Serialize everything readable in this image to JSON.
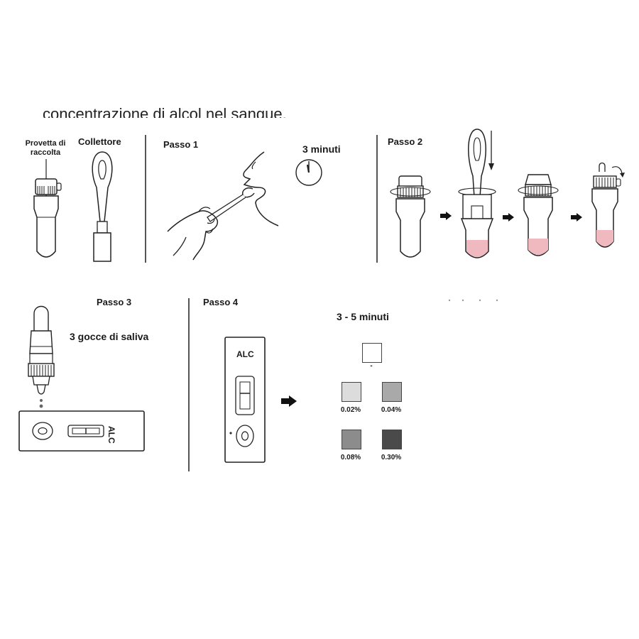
{
  "header": {
    "title_cut": "concentrazione di alcol nel sangue."
  },
  "intro": {
    "tube_label": "Provetta di raccolta",
    "collector_label": "Collettore"
  },
  "step1": {
    "title": "Passo 1",
    "time": "3 minuti"
  },
  "step2": {
    "title": "Passo 2"
  },
  "step3": {
    "title": "Passo 3",
    "drops": "3 gocce di saliva",
    "cassette_label": "ALC"
  },
  "step4": {
    "title": "Passo 4",
    "cassette_label": "ALC",
    "time": "3 - 5 minuti",
    "negative_mark": "-",
    "swatches": [
      {
        "label": "0.02%",
        "color": "#dcdcdc"
      },
      {
        "label": "0.04%",
        "color": "#a9a9a9"
      },
      {
        "label": "0.08%",
        "color": "#8c8c8c"
      },
      {
        "label": "0.30%",
        "color": "#4a4a4a"
      }
    ],
    "negative_color": "#ffffff"
  }
}
